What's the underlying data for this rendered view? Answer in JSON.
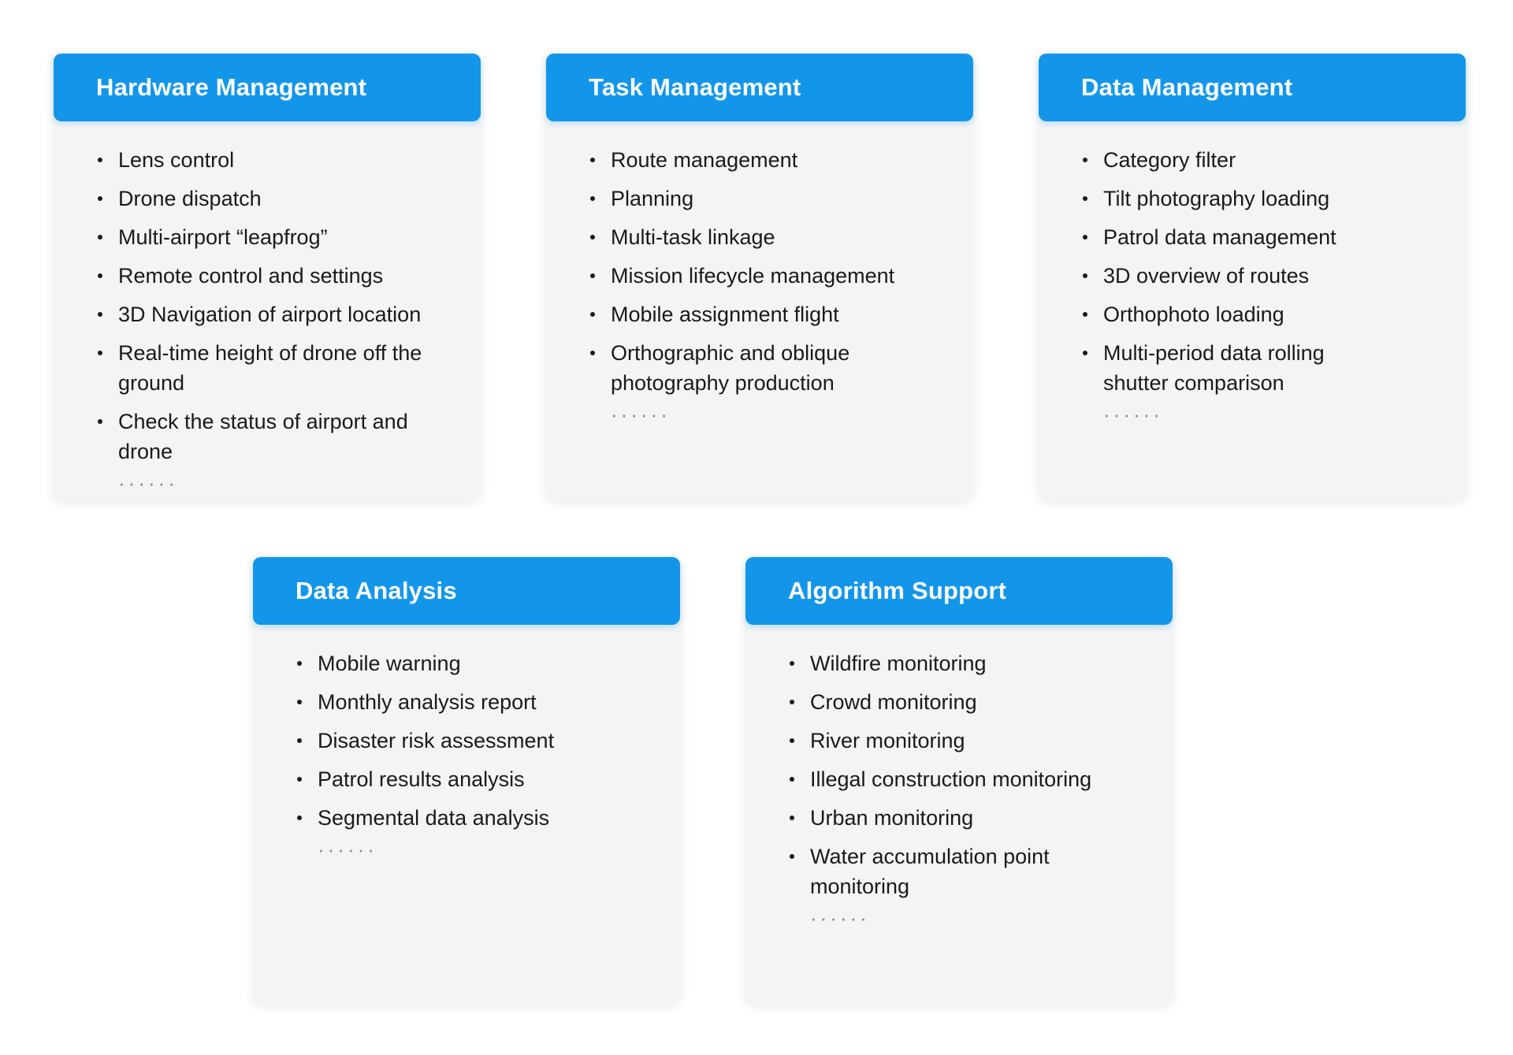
{
  "colors": {
    "header_bg": "#1396ea",
    "card_bg": "#f4f4f4",
    "text": "#1a1a1a",
    "ellipsis": "#888888"
  },
  "cards": [
    {
      "title": "Hardware Management",
      "items": [
        "Lens control",
        "Drone dispatch",
        "Multi-airport “leapfrog”",
        "Remote control and settings",
        "3D Navigation of airport location",
        "Real-time height of drone off the ground",
        "Check the status of airport and drone"
      ],
      "more": "······"
    },
    {
      "title": "Task Management",
      "items": [
        "Route management",
        "Planning",
        "Multi-task linkage",
        "Mission lifecycle management",
        "Mobile assignment flight",
        "Orthographic and oblique photography production"
      ],
      "more": "······"
    },
    {
      "title": "Data Management",
      "items": [
        "Category filter",
        "Tilt photography loading",
        "Patrol data management",
        "3D overview of routes",
        "Orthophoto loading",
        "Multi-period data rolling shutter comparison"
      ],
      "more": "······"
    },
    {
      "title": "Data Analysis",
      "items": [
        "Mobile warning",
        "Monthly analysis report",
        "Disaster risk assessment",
        "Patrol results analysis",
        "Segmental data analysis"
      ],
      "more": "······"
    },
    {
      "title": "Algorithm Support",
      "items": [
        "Wildfire monitoring",
        "Crowd monitoring",
        "River monitoring",
        "Illegal construction monitoring",
        "Urban monitoring",
        "Water accumulation point monitoring"
      ],
      "more": "······"
    }
  ]
}
